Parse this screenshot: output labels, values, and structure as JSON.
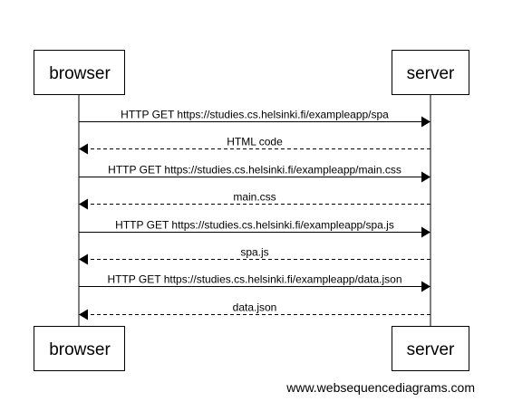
{
  "participants": {
    "left": "browser",
    "right": "server"
  },
  "messages": [
    {
      "text": "HTTP GET https://studies.cs.helsinki.fi/exampleapp/spa",
      "from": "browser",
      "to": "server",
      "style": "solid"
    },
    {
      "text": "HTML code",
      "from": "server",
      "to": "browser",
      "style": "dashed"
    },
    {
      "text": "HTTP GET https://studies.cs.helsinki.fi/exampleapp/main.css",
      "from": "browser",
      "to": "server",
      "style": "solid"
    },
    {
      "text": "main.css",
      "from": "server",
      "to": "browser",
      "style": "dashed"
    },
    {
      "text": "HTTP GET https://studies.cs.helsinki.fi/exampleapp/spa.js",
      "from": "browser",
      "to": "server",
      "style": "solid"
    },
    {
      "text": "spa.js",
      "from": "server",
      "to": "browser",
      "style": "dashed"
    },
    {
      "text": "HTTP GET https://studies.cs.helsinki.fi/exampleapp/data.json",
      "from": "browser",
      "to": "server",
      "style": "solid"
    },
    {
      "text": "data.json",
      "from": "server",
      "to": "browser",
      "style": "dashed"
    }
  ],
  "watermark": "www.websequencediagrams.com"
}
